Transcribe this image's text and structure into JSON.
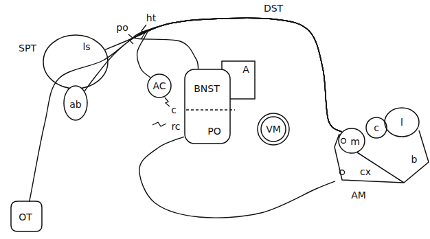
{
  "diagram": {
    "nodes": [
      {
        "text": [
          "SPT",
          "ls"
        ]
      },
      {
        "text": [
          "ab"
        ]
      },
      {
        "text": [
          "OT"
        ]
      },
      {
        "text": [
          "AC"
        ]
      },
      {
        "text": [
          "A"
        ]
      },
      {
        "text": [
          "BNST"
        ]
      },
      {
        "text": [
          "PO"
        ],
        "in": 5
      },
      {
        "text": [
          "VM"
        ]
      },
      {
        "text": [
          "AM"
        ]
      },
      {
        "text": [
          "m"
        ],
        "in": 8
      },
      {
        "text": [
          "c"
        ],
        "in": 8
      },
      {
        "text": [
          "l"
        ],
        "in": 8
      },
      {
        "text": [
          "b"
        ],
        "in": 8
      },
      {
        "text": [
          "cx"
        ],
        "in": 8
      }
    ],
    "edges": [
      {
        "from": 9,
        "to": 0,
        "arrow": "none"
      },
      {
        "from": 9,
        "to": 1,
        "arrow": "none"
      },
      {
        "from": 9,
        "to": 2,
        "arrow": "none"
      },
      {
        "from": 9,
        "to": 3,
        "arrow": "none"
      },
      {
        "from": 9,
        "to": 5,
        "arrow": "none"
      },
      {
        "from": 13,
        "to": 6,
        "arrow": "none"
      }
    ],
    "labels": [
      "DST",
      "po",
      "ht",
      "c",
      "rc"
    ]
  }
}
